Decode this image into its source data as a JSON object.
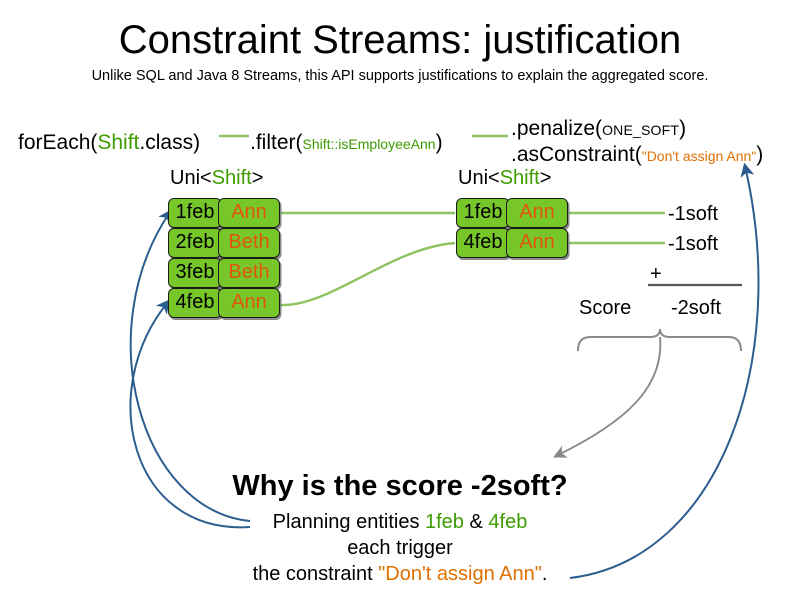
{
  "title": "Constraint Streams: justification",
  "subtitle": "Unlike SQL and Java 8 Streams, this API supports justifications to explain the aggregated score.",
  "colors": {
    "green_accent": "#3f9c00",
    "orange_string": "#e07000",
    "box_fill": "#78c72a",
    "box_name_text": "#e2550e",
    "blue_arrow": "#2c5d8f",
    "gray_arrow": "#8a8a8a",
    "connector_green": "#8fc361"
  },
  "pipeline": {
    "foreach": {
      "call": "forEach(",
      "type": "Shift",
      "tail": ".class)"
    },
    "filter": {
      "call": ".filter(",
      "arg": "Shift::isEmployeeAnn",
      "tail": ")"
    },
    "penalize": {
      "call": ".penalize(",
      "arg": "ONE_SOFT",
      "tail": ")"
    },
    "asconstraint": {
      "call": ".asConstraint(",
      "arg": "\"Don't assign Ann\"",
      "tail": ")"
    }
  },
  "streams": [
    {
      "caption_prefix": "Uni<",
      "caption_type": "Shift",
      "caption_suffix": ">",
      "rows": [
        {
          "date": "1feb",
          "name": "Ann"
        },
        {
          "date": "2feb",
          "name": "Beth"
        },
        {
          "date": "3feb",
          "name": "Beth"
        },
        {
          "date": "4feb",
          "name": "Ann"
        }
      ]
    },
    {
      "caption_prefix": "Uni<",
      "caption_type": "Shift",
      "caption_suffix": ">",
      "rows": [
        {
          "date": "1feb",
          "name": "Ann"
        },
        {
          "date": "4feb",
          "name": "Ann"
        }
      ]
    }
  ],
  "score": {
    "impacts": [
      "-1soft",
      "-1soft"
    ],
    "operator": "+",
    "label": "Score",
    "total": "-2soft"
  },
  "explanation": {
    "question": "Why is the score -2soft?",
    "line1_pre": "Planning entities ",
    "line1_entity_a": "1feb",
    "line1_amp": " & ",
    "line1_entity_b": "4feb",
    "line2": "each trigger",
    "line3_pre": "the constraint ",
    "line3_constraint": "\"Don't assign Ann\"",
    "line3_post": "."
  }
}
